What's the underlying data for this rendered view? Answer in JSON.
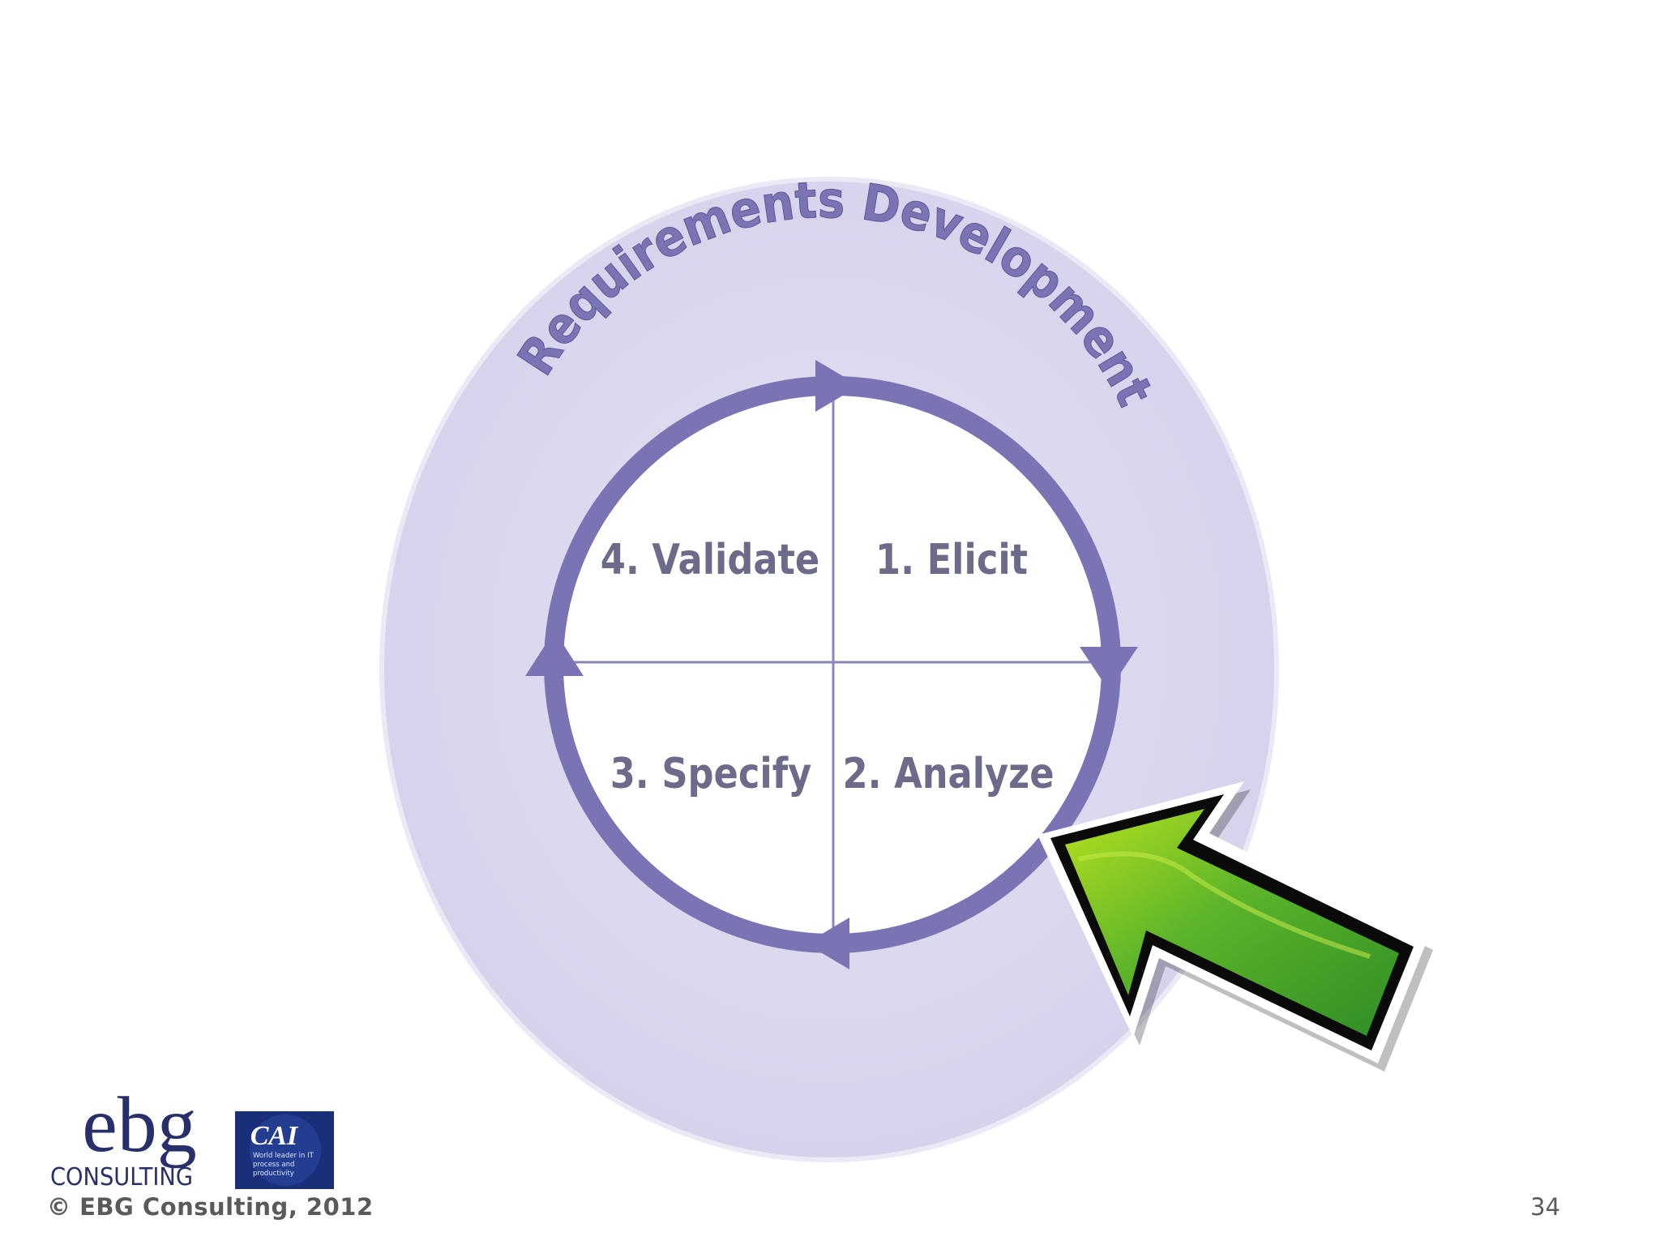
{
  "diagram": {
    "title": "Requirements Development",
    "quadrants": [
      "4. Validate",
      "1. Elicit",
      "3. Specify",
      "2. Analyze"
    ],
    "colors": {
      "outer_ring": "#dcd9ee",
      "cycle": "#7b74b4",
      "text": "#6c6b8a",
      "arrow_green": "#4aa52b"
    }
  },
  "pointer": {
    "icon": "green-arrow-icon"
  },
  "logos": {
    "ebg_main": "ebg",
    "ebg_sub": "CONSULTING",
    "cai_main": "CAI",
    "cai_tagline_1": "World leader in IT",
    "cai_tagline_2": "process and",
    "cai_tagline_3": "productivity"
  },
  "footer": {
    "copyright": "© EBG Consulting, 2012",
    "page_number": "34"
  }
}
